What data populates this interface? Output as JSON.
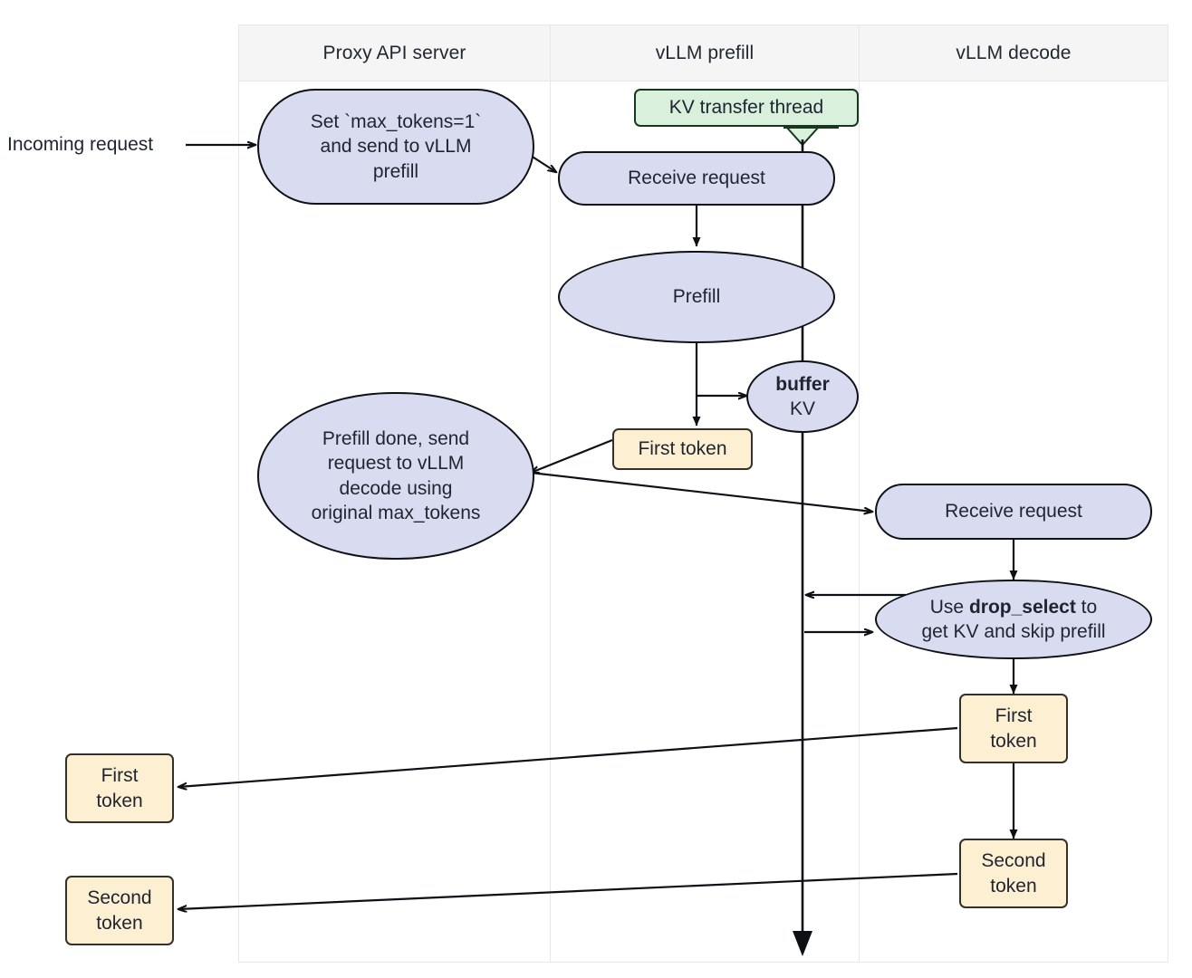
{
  "diagram": {
    "title": "vLLM disaggregated prefill sequence",
    "type": "flowchart-swimlane",
    "colors": {
      "lane_header_bg": "#f5f5f5",
      "lane_border": "#e8e8e8",
      "process_fill": "#d9dcf0",
      "process_stroke": "#0e1116",
      "token_fill": "#fdf0d2",
      "token_stroke": "#34302a",
      "note_fill": "#d8f0dc",
      "note_stroke": "#16381d",
      "edge_stroke": "#0d1015",
      "text": "#1f2430"
    },
    "lanes": [
      {
        "id": "proxy",
        "label": "Proxy API server"
      },
      {
        "id": "prefill",
        "label": "vLLM prefill"
      },
      {
        "id": "decode",
        "label": "vLLM decode"
      }
    ],
    "external_labels": [
      {
        "id": "incoming",
        "text": "Incoming request"
      }
    ],
    "nodes": [
      {
        "id": "set-max-tokens",
        "lane": "proxy",
        "shape": "stadium",
        "text": "Set `max_tokens=1` and send to vLLM prefill"
      },
      {
        "id": "prefill-done",
        "lane": "proxy",
        "shape": "stadium",
        "text": "Prefill done, send request to vLLM decode using original max_tokens"
      },
      {
        "id": "kv-transfer-thread",
        "lane": "prefill",
        "shape": "note",
        "text": "KV transfer thread"
      },
      {
        "id": "prefill-receive",
        "lane": "prefill",
        "shape": "stadium",
        "text": "Receive request"
      },
      {
        "id": "prefill-run",
        "lane": "prefill",
        "shape": "stadium",
        "text": "Prefill"
      },
      {
        "id": "buffer-kv",
        "lane": "prefill",
        "shape": "ellipse",
        "text_bold": "buffer",
        "text": "KV"
      },
      {
        "id": "prefill-first-token",
        "lane": "prefill",
        "shape": "rect-token",
        "text": "First token"
      },
      {
        "id": "decode-receive",
        "lane": "decode",
        "shape": "stadium",
        "text": "Receive request"
      },
      {
        "id": "drop-select",
        "lane": "decode",
        "shape": "stadium",
        "text_parts": [
          "Use ",
          "drop_select",
          " to get KV and skip prefill"
        ],
        "text_prefix": "Use ",
        "text_bold": "drop_select",
        "text_suffix": " to",
        "text_line2": "get KV and skip prefill"
      },
      {
        "id": "decode-first-token",
        "lane": "decode",
        "shape": "rect-token",
        "text_line1": "First",
        "text_line2": "token"
      },
      {
        "id": "decode-second-token",
        "lane": "decode",
        "shape": "rect-token",
        "text_line1": "Second",
        "text_line2": "token"
      },
      {
        "id": "out-first-token",
        "lane": "external",
        "shape": "rect-token",
        "text_line1": "First",
        "text_line2": "token"
      },
      {
        "id": "out-second-token",
        "lane": "external",
        "shape": "rect-token",
        "text_line1": "Second",
        "text_line2": "token"
      }
    ],
    "edges": [
      {
        "from": "incoming",
        "to": "set-max-tokens",
        "style": "solid-arrow"
      },
      {
        "from": "set-max-tokens",
        "to": "prefill-receive",
        "style": "solid-arrow"
      },
      {
        "from": "prefill-receive",
        "to": "prefill-run",
        "style": "solid-arrow"
      },
      {
        "from": "prefill-run",
        "to": "prefill-first-token",
        "style": "solid-arrow"
      },
      {
        "from": "prefill-run",
        "to": "buffer-kv",
        "style": "solid-arrow"
      },
      {
        "from": "prefill-first-token",
        "to": "prefill-done",
        "style": "solid-arrow"
      },
      {
        "from": "prefill-first-token",
        "to": "decode-receive",
        "style": "solid-arrow"
      },
      {
        "from": "decode-receive",
        "to": "drop-select",
        "style": "solid-arrow"
      },
      {
        "from": "drop-select",
        "to": "kv-lifeline",
        "style": "solid-arrow"
      },
      {
        "from": "kv-lifeline",
        "to": "drop-select",
        "style": "solid-arrow"
      },
      {
        "from": "drop-select",
        "to": "decode-first-token",
        "style": "solid-arrow"
      },
      {
        "from": "decode-first-token",
        "to": "decode-second-token",
        "style": "solid-arrow"
      },
      {
        "from": "decode-first-token",
        "to": "out-first-token",
        "style": "solid-arrow"
      },
      {
        "from": "decode-second-token",
        "to": "out-second-token",
        "style": "solid-arrow"
      },
      {
        "from": "kv-transfer-thread",
        "to": "kv-lifeline-bottom",
        "style": "lifeline-arrow"
      }
    ]
  },
  "text": {
    "lane_proxy": "Proxy API server",
    "lane_prefill": "vLLM prefill",
    "lane_decode": "vLLM decode",
    "incoming_request": "Incoming request",
    "set_max_tokens_l1": "Set `max_tokens=1`",
    "set_max_tokens_l2": "and send to vLLM",
    "set_max_tokens_l3": "prefill",
    "kv_transfer_thread": "KV transfer thread",
    "receive_request": "Receive request",
    "prefill": "Prefill",
    "buffer": "buffer",
    "kv": "KV",
    "first_token": "First token",
    "prefill_done_l1": "Prefill done, send",
    "prefill_done_l2": "request to vLLM",
    "prefill_done_l3": "decode using",
    "prefill_done_l4": "original max_tokens",
    "receive_request_decode": "Receive request",
    "drop_select_pre": "Use ",
    "drop_select_bold": "drop_select",
    "drop_select_post": " to",
    "drop_select_l2": "get KV and skip prefill",
    "first": "First",
    "second": "Second",
    "token": "token"
  }
}
